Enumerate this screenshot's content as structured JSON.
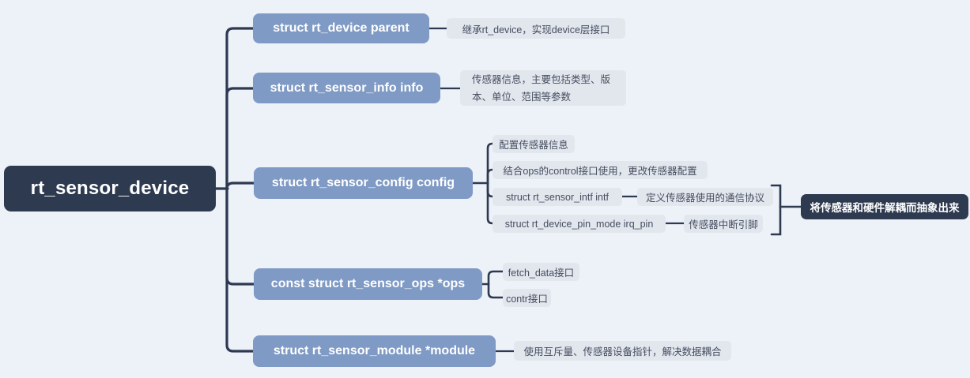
{
  "root": {
    "label": "rt_sensor_device"
  },
  "branches": [
    {
      "label": "struct rt_device parent",
      "note": "继承rt_device，实现device层接口"
    },
    {
      "label": "struct rt_sensor_info info",
      "note": "传感器信息，主要包括类型、版本、单位、范围等参数"
    },
    {
      "label": "struct rt_sensor_config config",
      "children": [
        {
          "label": "配置传感器信息"
        },
        {
          "label": "结合ops的control接口使用，更改传感器配置"
        },
        {
          "label": "struct rt_sensor_intf intf",
          "note": "定义传感器使用的通信协议"
        },
        {
          "label": "struct rt_device_pin_mode irq_pin",
          "note": "传感器中断引脚"
        }
      ],
      "summary": "将传感器和硬件解耦而抽象出来"
    },
    {
      "label": "const struct rt_sensor_ops *ops",
      "children": [
        {
          "label": "fetch_data接口"
        },
        {
          "label": "contr接口"
        }
      ]
    },
    {
      "label": "struct rt_sensor_module *module",
      "note": "使用互斥量、传感器设备指针，解决数据耦合"
    }
  ],
  "colors": {
    "background": "#edf1f8",
    "root_bg": "#2e3a50",
    "branch_bg": "#7f9ac5",
    "note_bg": "#e2e6ed",
    "note_text": "#454e60",
    "line": "#2e3a52",
    "summary_bg": "#2e3a50"
  }
}
